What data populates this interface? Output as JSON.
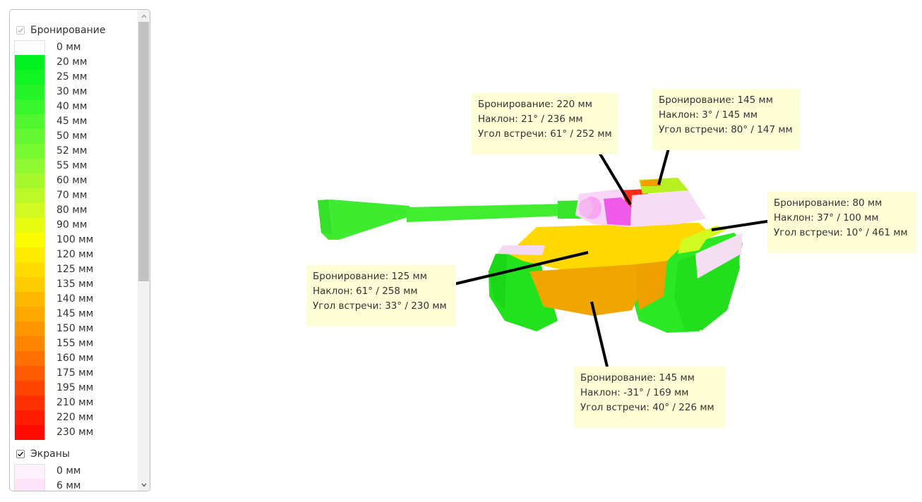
{
  "legend": {
    "armor": {
      "label": "Бронирование",
      "checked": true,
      "disabled": true,
      "items": [
        {
          "label": "0 мм",
          "color": "#ffffff"
        },
        {
          "label": "20 мм",
          "color": "#00f020"
        },
        {
          "label": "25 мм",
          "color": "#10f424"
        },
        {
          "label": "30 мм",
          "color": "#22f428"
        },
        {
          "label": "40 мм",
          "color": "#38f52c"
        },
        {
          "label": "45 мм",
          "color": "#50f62e"
        },
        {
          "label": "50 мм",
          "color": "#62f730"
        },
        {
          "label": "52 мм",
          "color": "#78f830"
        },
        {
          "label": "55 мм",
          "color": "#8ef830"
        },
        {
          "label": "60 мм",
          "color": "#a4f82c"
        },
        {
          "label": "70 мм",
          "color": "#baf828"
        },
        {
          "label": "80 мм",
          "color": "#d2fa20"
        },
        {
          "label": "90 мм",
          "color": "#e8fc10"
        },
        {
          "label": "100 мм",
          "color": "#fcfc00"
        },
        {
          "label": "120 мм",
          "color": "#ffea00"
        },
        {
          "label": "125 мм",
          "color": "#ffdc00"
        },
        {
          "label": "135 мм",
          "color": "#ffcc00"
        },
        {
          "label": "140 мм",
          "color": "#ffb800"
        },
        {
          "label": "145 мм",
          "color": "#ffa800"
        },
        {
          "label": "150 мм",
          "color": "#ff9600"
        },
        {
          "label": "155 мм",
          "color": "#ff8400"
        },
        {
          "label": "160 мм",
          "color": "#ff7000"
        },
        {
          "label": "175 мм",
          "color": "#ff5a00"
        },
        {
          "label": "195 мм",
          "color": "#ff4400"
        },
        {
          "label": "210 мм",
          "color": "#ff3000"
        },
        {
          "label": "220 мм",
          "color": "#ff1c00"
        },
        {
          "label": "230 мм",
          "color": "#ff0a00"
        }
      ]
    },
    "screens": {
      "label": "Экраны",
      "checked": true,
      "items": [
        {
          "label": "0 мм",
          "color": "#fff2ff"
        },
        {
          "label": "6 мм",
          "color": "#fde4fb"
        }
      ]
    }
  },
  "tooltips": [
    {
      "armor": "Бронирование: 220 мм",
      "angle": "Наклон: 21° / 236 мм",
      "impact": "Угол встречи: 61° / 252 мм"
    },
    {
      "armor": "Бронирование: 145 мм",
      "angle": "Наклон: 3° / 145 мм",
      "impact": "Угол встречи: 80° / 147 мм"
    },
    {
      "armor": "Бронирование: 80 мм",
      "angle": "Наклон: 37° / 100 мм",
      "impact": "Угол встречи: 10° / 461 мм"
    },
    {
      "armor": "Бронирование: 125 мм",
      "angle": "Наклон: 61° / 258 мм",
      "impact": "Угол встречи: 33° / 230 мм"
    },
    {
      "armor": "Бронирование: 145 мм",
      "angle": "Наклон: -31° / 169 мм",
      "impact": "Угол встречи: 40° / 226 мм"
    }
  ],
  "colors": {
    "track_green": "#2ee82a",
    "hull_yellow": "#ffd800",
    "hull_orange": "#f2a900",
    "screen_pink": "#f7dcf5",
    "tooltip_bg": "#fefed6"
  }
}
